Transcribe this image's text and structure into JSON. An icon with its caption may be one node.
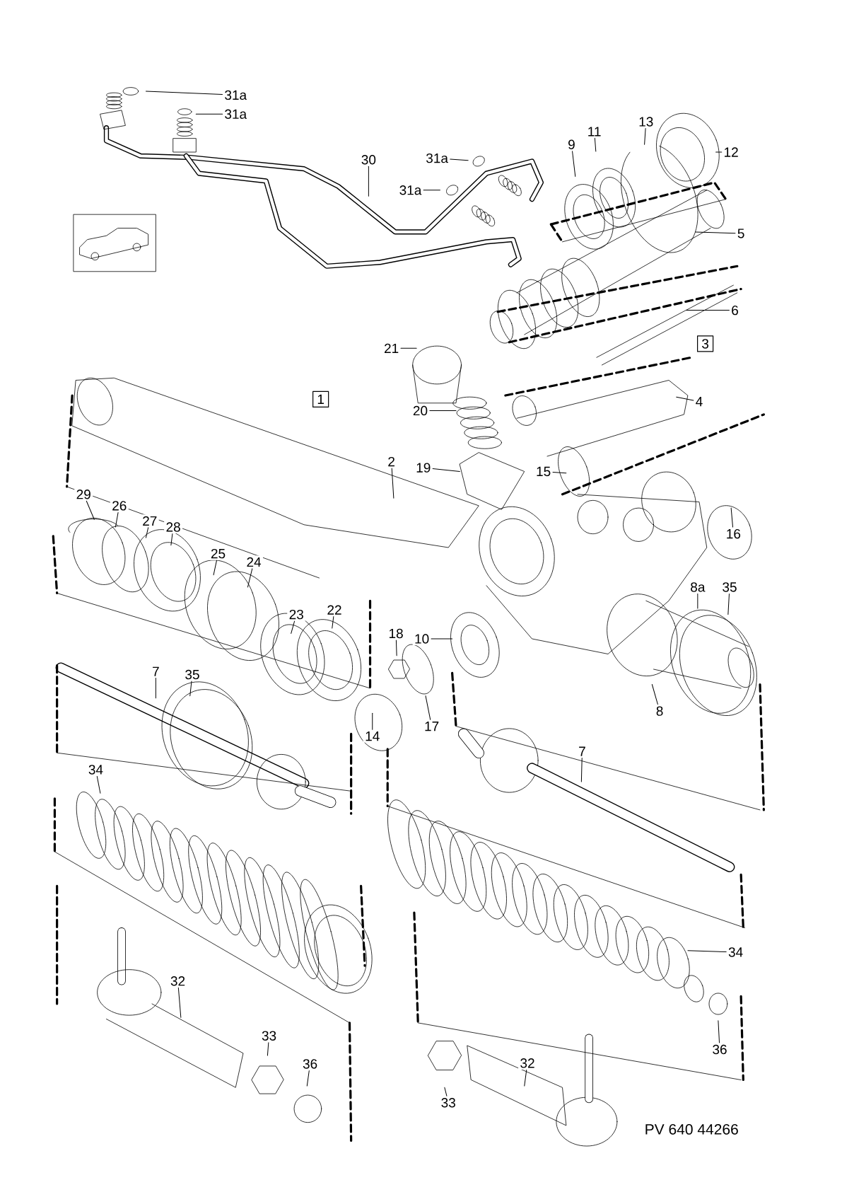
{
  "diagram": {
    "nodes": [
      {
        "text": [
          "31a"
        ]
      },
      {
        "text": [
          "31a"
        ]
      },
      {
        "text": [
          "30"
        ]
      },
      {
        "text": [
          "31a"
        ]
      },
      {
        "text": [
          "31a"
        ]
      },
      {
        "text": [
          "9"
        ]
      },
      {
        "text": [
          "11"
        ]
      },
      {
        "text": [
          "13"
        ]
      },
      {
        "text": [
          "12"
        ]
      },
      {
        "text": [
          "5"
        ]
      },
      {
        "text": [
          "6"
        ]
      },
      {
        "text": [
          "3"
        ]
      },
      {
        "text": [
          "21"
        ]
      },
      {
        "text": [
          "1"
        ]
      },
      {
        "text": [
          "20"
        ]
      },
      {
        "text": [
          "4"
        ]
      },
      {
        "text": [
          "2"
        ]
      },
      {
        "text": [
          "19"
        ]
      },
      {
        "text": [
          "15"
        ]
      },
      {
        "text": [
          "29"
        ]
      },
      {
        "text": [
          "26"
        ]
      },
      {
        "text": [
          "27"
        ]
      },
      {
        "text": [
          "28"
        ]
      },
      {
        "text": [
          "25"
        ]
      },
      {
        "text": [
          "24"
        ]
      },
      {
        "text": [
          "23"
        ]
      },
      {
        "text": [
          "22"
        ]
      },
      {
        "text": [
          "16"
        ]
      },
      {
        "text": [
          "8a"
        ]
      },
      {
        "text": [
          "35"
        ]
      },
      {
        "text": [
          "18"
        ]
      },
      {
        "text": [
          "10"
        ]
      },
      {
        "text": [
          "7"
        ]
      },
      {
        "text": [
          "35"
        ]
      },
      {
        "text": [
          "8"
        ]
      },
      {
        "text": [
          "17"
        ]
      },
      {
        "text": [
          "14"
        ]
      },
      {
        "text": [
          "7"
        ]
      },
      {
        "text": [
          "34"
        ]
      },
      {
        "text": [
          "34"
        ]
      },
      {
        "text": [
          "32"
        ]
      },
      {
        "text": [
          "33"
        ]
      },
      {
        "text": [
          "36"
        ]
      },
      {
        "text": [
          "36"
        ]
      },
      {
        "text": [
          "32"
        ]
      },
      {
        "text": [
          "33"
        ]
      }
    ],
    "edges": [
      {
        "from": 0,
        "to": null,
        "arrow": "none"
      },
      {
        "from": 1,
        "to": null,
        "arrow": "none"
      },
      {
        "from": 2,
        "to": null,
        "arrow": "none"
      },
      {
        "from": 3,
        "to": null,
        "arrow": "none"
      },
      {
        "from": 4,
        "to": null,
        "arrow": "none"
      },
      {
        "from": 5,
        "to": null,
        "arrow": "none"
      },
      {
        "from": 6,
        "to": null,
        "arrow": "none"
      },
      {
        "from": 7,
        "to": null,
        "arrow": "none"
      },
      {
        "from": 8,
        "to": null,
        "arrow": "none"
      },
      {
        "from": 9,
        "to": null,
        "arrow": "none"
      },
      {
        "from": 10,
        "to": null,
        "arrow": "none"
      },
      {
        "from": 12,
        "to": null,
        "arrow": "none"
      },
      {
        "from": 14,
        "to": null,
        "arrow": "none"
      },
      {
        "from": 15,
        "to": null,
        "arrow": "none"
      },
      {
        "from": 16,
        "to": null,
        "arrow": "none"
      },
      {
        "from": 17,
        "to": null,
        "arrow": "none"
      },
      {
        "from": 18,
        "to": null,
        "arrow": "none"
      },
      {
        "from": 19,
        "to": null,
        "arrow": "none"
      },
      {
        "from": 20,
        "to": null,
        "arrow": "none"
      },
      {
        "from": 21,
        "to": null,
        "arrow": "none"
      },
      {
        "from": 22,
        "to": null,
        "arrow": "none"
      },
      {
        "from": 23,
        "to": null,
        "arrow": "none"
      },
      {
        "from": 24,
        "to": null,
        "arrow": "none"
      },
      {
        "from": 25,
        "to": null,
        "arrow": "none"
      },
      {
        "from": 26,
        "to": null,
        "arrow": "none"
      },
      {
        "from": 27,
        "to": null,
        "arrow": "none"
      },
      {
        "from": 28,
        "to": null,
        "arrow": "none"
      },
      {
        "from": 29,
        "to": null,
        "arrow": "none"
      },
      {
        "from": 30,
        "to": null,
        "arrow": "none"
      },
      {
        "from": 31,
        "to": null,
        "arrow": "none"
      },
      {
        "from": 32,
        "to": null,
        "arrow": "none"
      },
      {
        "from": 33,
        "to": null,
        "arrow": "none"
      },
      {
        "from": 34,
        "to": null,
        "arrow": "none"
      },
      {
        "from": 35,
        "to": null,
        "arrow": "none"
      },
      {
        "from": 36,
        "to": null,
        "arrow": "none"
      },
      {
        "from": 37,
        "to": null,
        "arrow": "none"
      },
      {
        "from": 38,
        "to": null,
        "arrow": "none"
      },
      {
        "from": 39,
        "to": null,
        "arrow": "none"
      },
      {
        "from": 40,
        "to": null,
        "arrow": "none"
      },
      {
        "from": 41,
        "to": null,
        "arrow": "none"
      },
      {
        "from": 42,
        "to": null,
        "arrow": "none"
      },
      {
        "from": 43,
        "to": null,
        "arrow": "none"
      },
      {
        "from": 44,
        "to": null,
        "arrow": "none"
      },
      {
        "from": 45,
        "to": null,
        "arrow": "none"
      }
    ],
    "labels": [
      "PV 640 44266"
    ]
  }
}
